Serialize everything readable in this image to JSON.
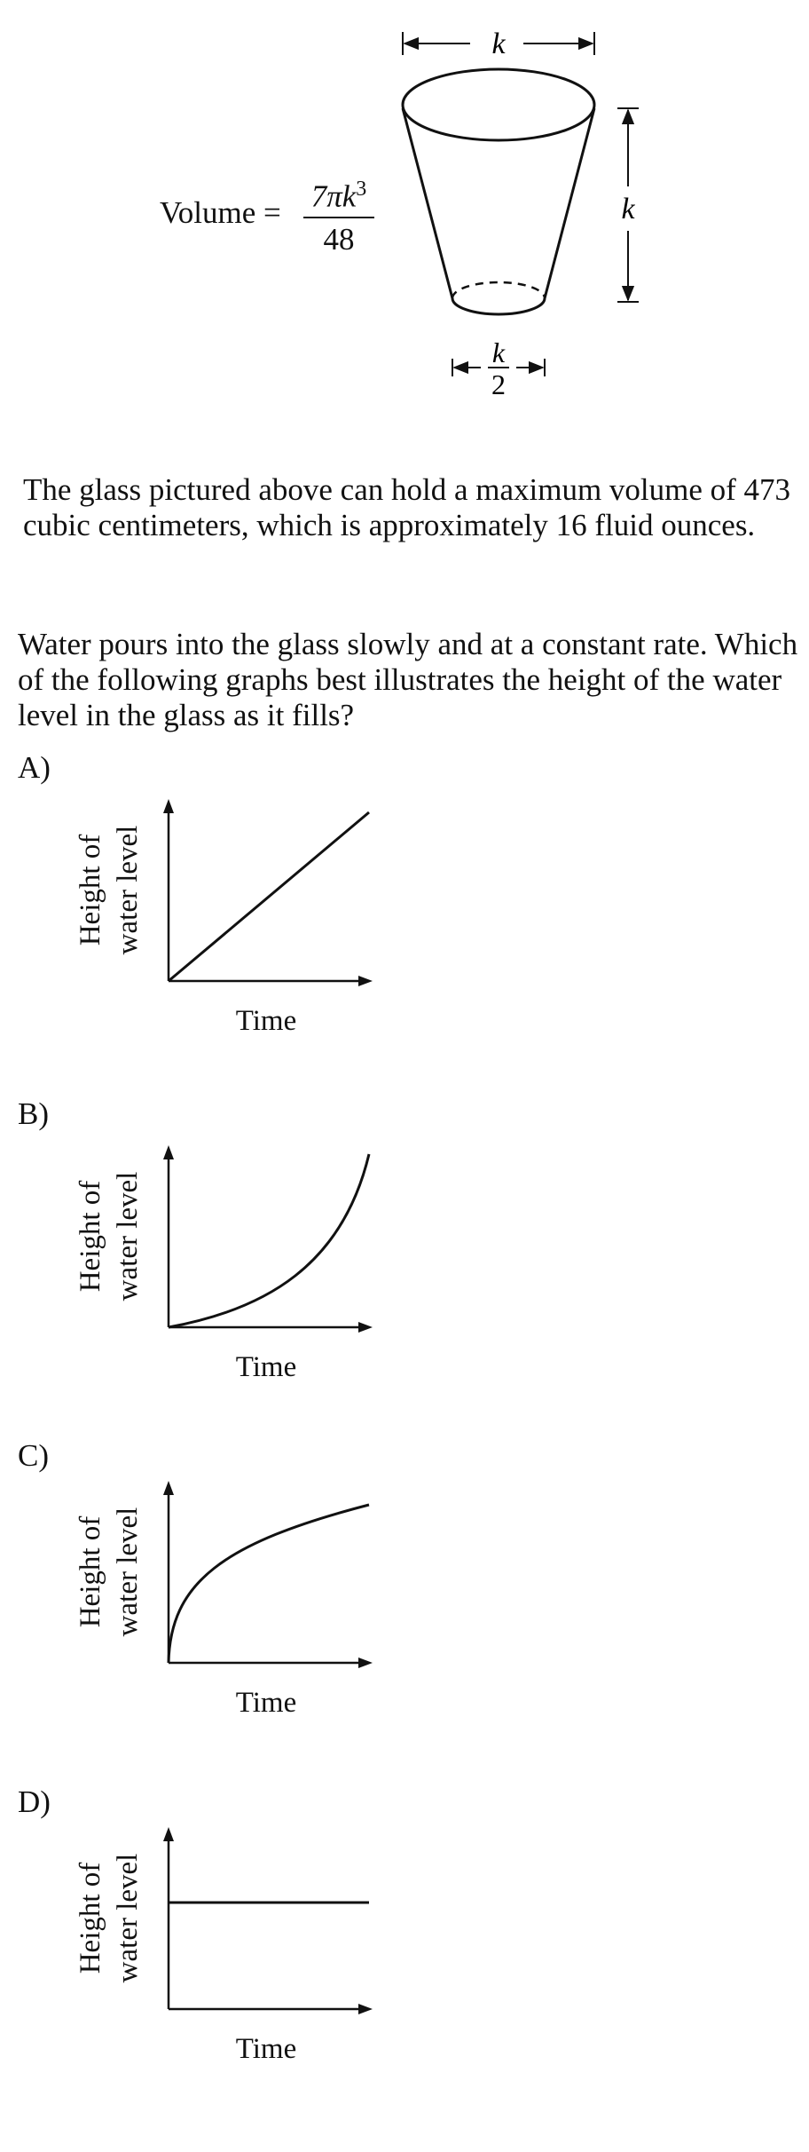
{
  "figure": {
    "volume_label": "Volume =",
    "formula_numerator": "7πk",
    "formula_exponent": "3",
    "formula_denominator": "48",
    "top_width_label": "k",
    "height_label": "k",
    "bottom_width_label_num": "k",
    "bottom_width_label_den": "2"
  },
  "paragraph": "The glass pictured above can hold a maximum volume of 473 cubic centimeters, which is approximately 16 fluid ounces.",
  "question": "Water pours into the glass slowly and at a constant rate. Which of the following graphs best illustrates the height of the water level in the glass as it fills?",
  "axis_labels": {
    "y_line1": "Height of",
    "y_line2": "water level",
    "x": "Time"
  },
  "choices": [
    {
      "letter": "A)",
      "curve": "linear"
    },
    {
      "letter": "B)",
      "curve": "concave-up"
    },
    {
      "letter": "C)",
      "curve": "concave-down"
    },
    {
      "letter": "D)",
      "curve": "constant"
    }
  ]
}
